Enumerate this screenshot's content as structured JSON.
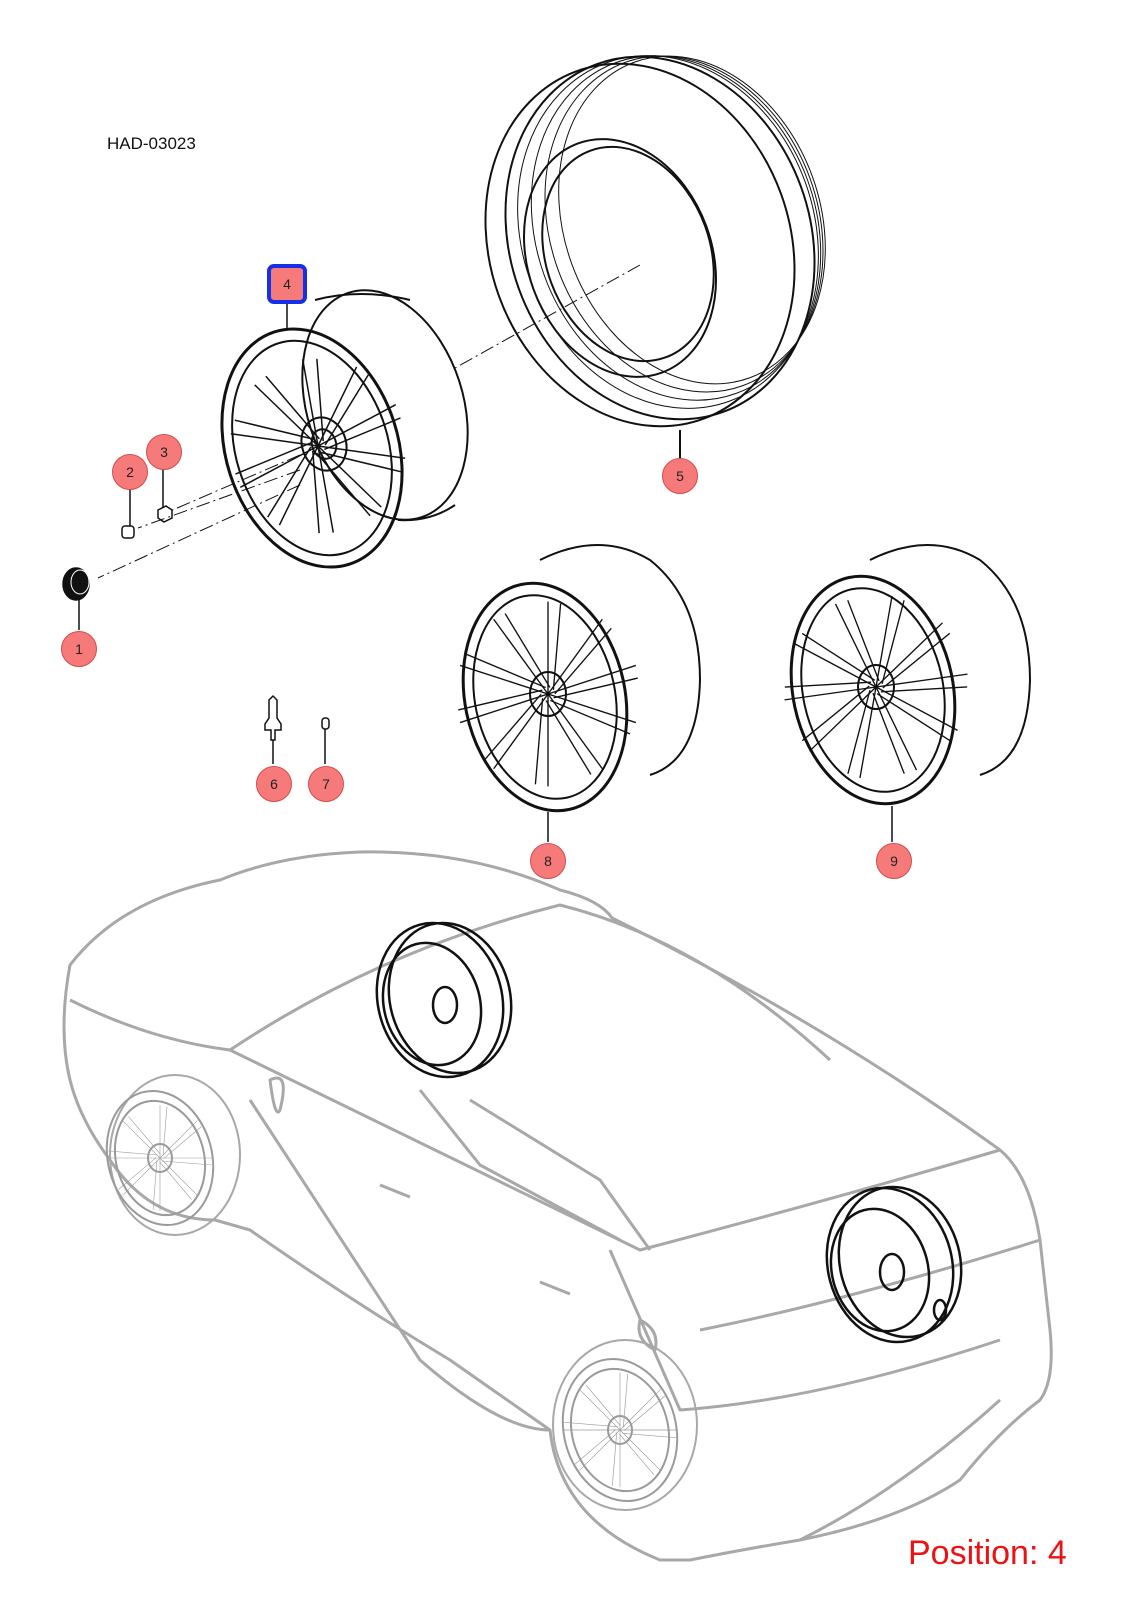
{
  "diagram_code": "HAD-03023",
  "position_label": "Position: 4",
  "selected_part": "4",
  "callouts": [
    {
      "id": "1",
      "label": "1"
    },
    {
      "id": "2",
      "label": "2"
    },
    {
      "id": "3",
      "label": "3"
    },
    {
      "id": "4",
      "label": "4"
    },
    {
      "id": "5",
      "label": "5"
    },
    {
      "id": "6",
      "label": "6"
    },
    {
      "id": "7",
      "label": "7"
    },
    {
      "id": "8",
      "label": "8"
    },
    {
      "id": "9",
      "label": "9"
    }
  ],
  "colors": {
    "callout_fill": "#f77a7a",
    "selection_outline": "#1530e6",
    "position_text": "#ee1111",
    "line_art": "#111111",
    "car_outline": "#a8a8a8"
  }
}
